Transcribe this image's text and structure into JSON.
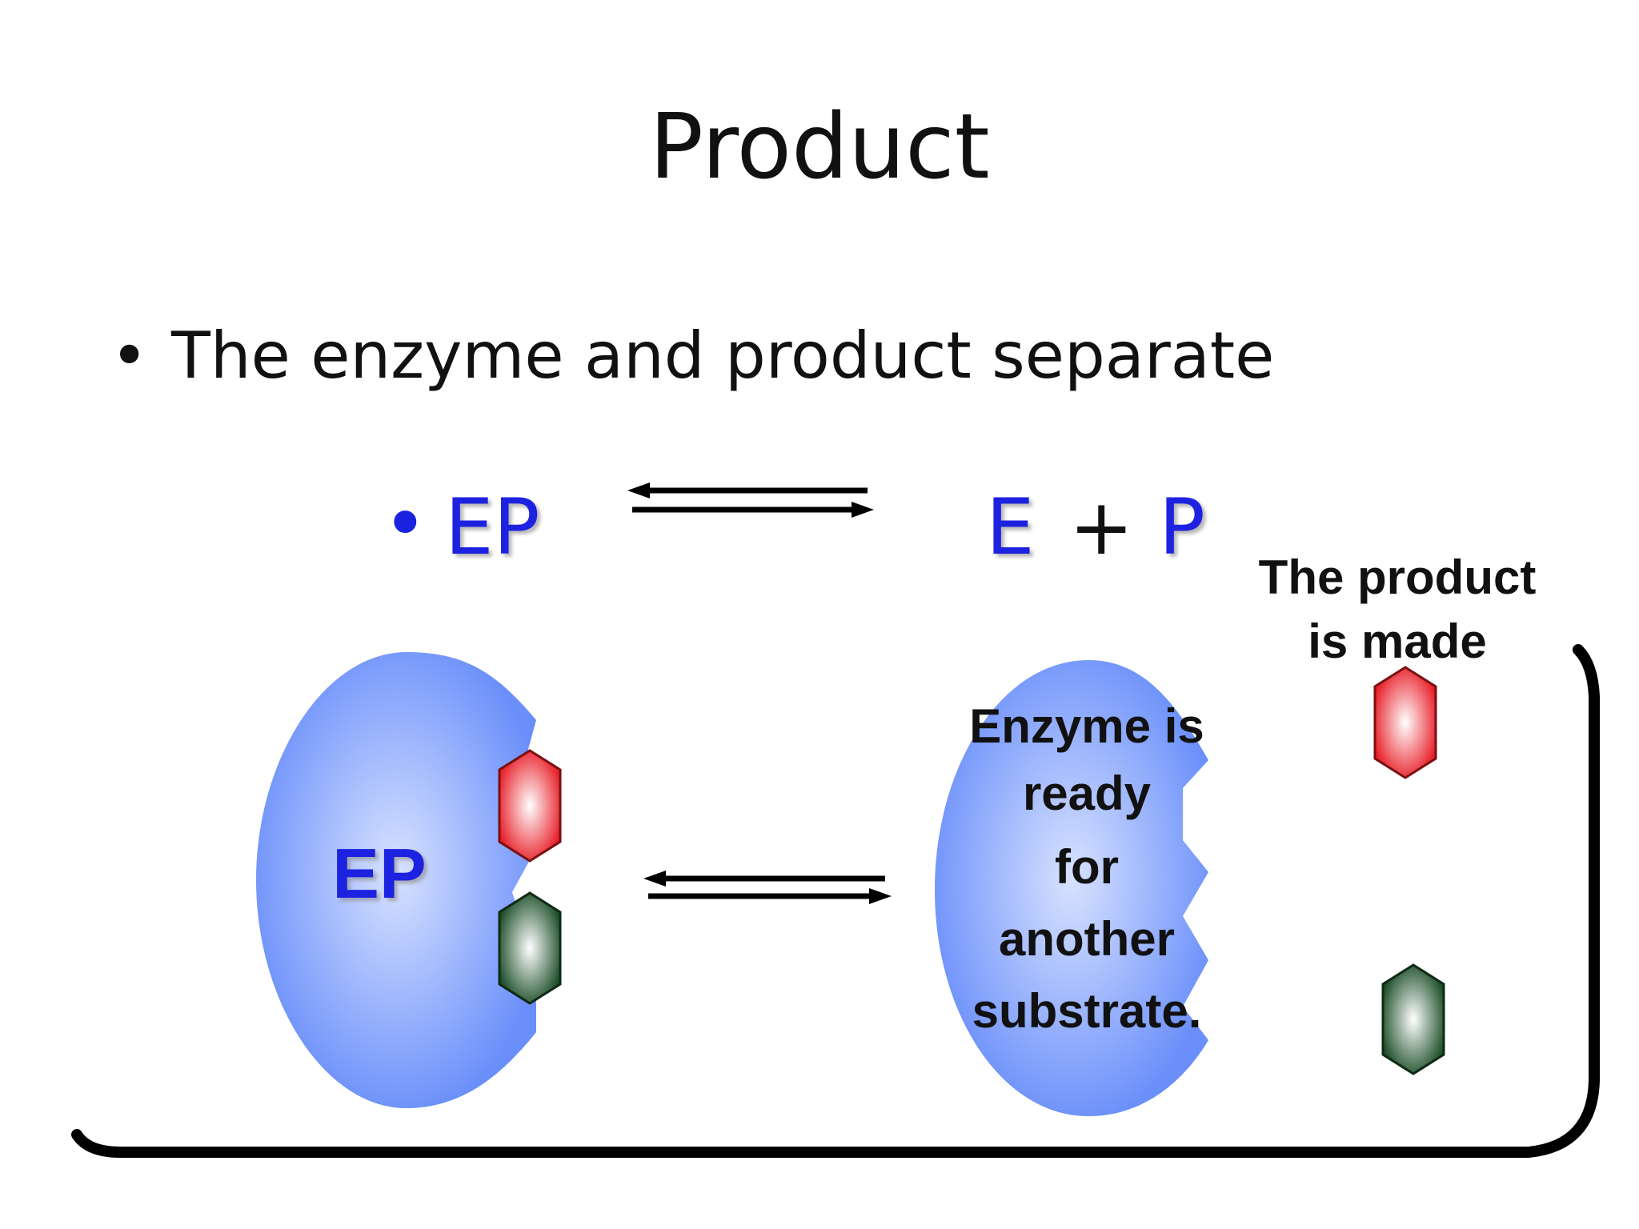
{
  "title": "Product",
  "bullet": "The enzyme and product separate",
  "equation": {
    "bullet_char": "•",
    "left": "EP",
    "right_e": "E",
    "plus": "+",
    "right_p": "P"
  },
  "diagram": {
    "enzyme_product_label": "EP",
    "enzyme_ready_lines": [
      "Enzyme is",
      "ready",
      "for",
      "another",
      "substrate."
    ],
    "product_made_lines": [
      "The product",
      "is made"
    ]
  },
  "colors": {
    "enzyme_edge": "#6a8ffa",
    "enzyme_center": "#d8e2ff",
    "equation_blue": "#1a22e0",
    "product_red": "#e8202a",
    "product_green": "#1e4f2a"
  }
}
